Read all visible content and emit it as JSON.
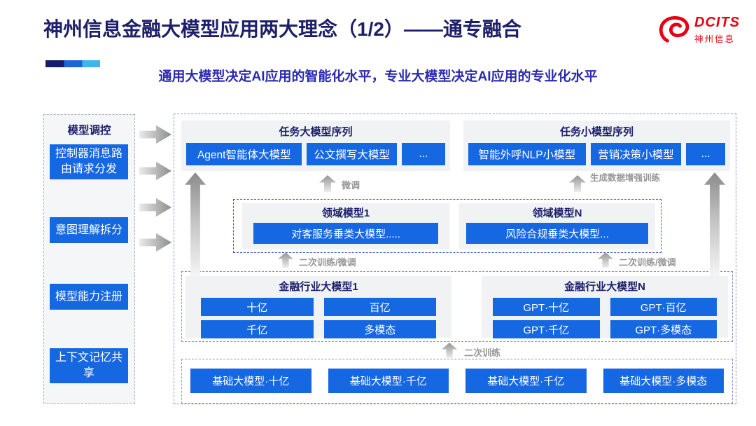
{
  "header": {
    "title": "神州信息金融大模型应用两大理念（1/2）——通专融合",
    "subtitle": "通用大模型决定AI应用的智能化水平，专业大模型决定AI应用的专业化水平",
    "logo": {
      "brand": "DCITS",
      "brand_cn": "神州信息"
    }
  },
  "sidebar": {
    "title": "模型调控",
    "items": [
      "控制器消息路由请求分发",
      "意图理解拆分",
      "模型能力注册",
      "上下文记忆共享"
    ]
  },
  "task_large": {
    "title": "任务大模型序列",
    "items": [
      "Agent智能体大模型",
      "公文撰写大模型",
      "..."
    ]
  },
  "task_small": {
    "title": "任务小模型序列",
    "items": [
      "智能外呼NLP小模型",
      "营销决策小模型",
      "..."
    ]
  },
  "labels": {
    "fine_tune": "微调",
    "gen_data_train": "生成数据增强训练",
    "retrain_ft_left": "二次训练/微调",
    "retrain_ft_right": "二次训练/微调",
    "retrain": "二次训练"
  },
  "domain": {
    "box1": {
      "title": "领域模型1",
      "item": "对客服务垂类大模型....."
    },
    "boxN": {
      "title": "领域模型N",
      "item": "风险合规垂类大模型..."
    }
  },
  "industry": {
    "box1": {
      "title": "金融行业大模型1",
      "items": [
        "十亿",
        "百亿",
        "千亿",
        "多模态"
      ]
    },
    "boxN": {
      "title": "金融行业大模型N",
      "items": [
        "GPT·十亿",
        "GPT·百亿",
        "GPT·千亿",
        "GPT·多模态"
      ]
    }
  },
  "base": {
    "items": [
      "基础大模型·十亿",
      "基础大模型·千亿",
      "基础大模型·千亿",
      "基础大模型·多模态"
    ]
  },
  "colors": {
    "accent_blue": "#1567e2",
    "navy": "#1d2069",
    "subtitle_blue": "#2a2ab0",
    "logo_red": "#e60012"
  }
}
